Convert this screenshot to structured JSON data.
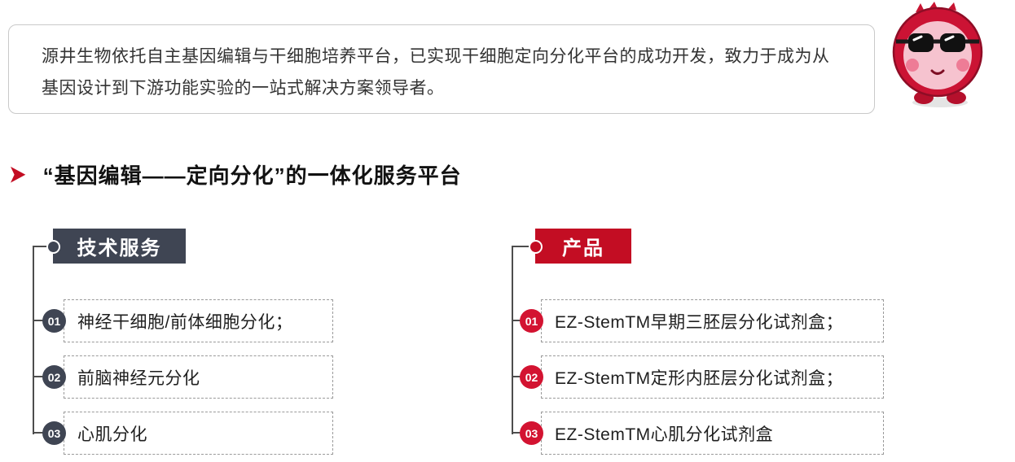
{
  "intro": {
    "text": "源井生物依托自主基因编辑与干细胞培养平台，已实现干细胞定向分化平台的成功开发，致力于成为从基因设计到下游功能实验的一站式解决方案领导者。"
  },
  "icons": {
    "arrow": "➤",
    "mascot": "red-cell-mascot-with-sunglasses-icon"
  },
  "colors": {
    "accent_red": "#c30d23",
    "dark_gray": "#3f4553"
  },
  "section": {
    "title": "“基因编辑——定向分化”的一体化服务平台"
  },
  "columns": [
    {
      "header": "技术服务",
      "theme": "#3f4553",
      "items": [
        {
          "num": "01",
          "text": "神经干细胞/前体细胞分化；"
        },
        {
          "num": "02",
          "text": "前脑神经元分化"
        },
        {
          "num": "03",
          "text": "心肌分化"
        }
      ]
    },
    {
      "header": "产品",
      "theme": "#c30d23",
      "items": [
        {
          "num": "01",
          "text": "EZ-StemTM早期三胚层分化试剂盒；"
        },
        {
          "num": "02",
          "text": "EZ-StemTM定形内胚层分化试剂盒；"
        },
        {
          "num": "03",
          "text": "EZ-StemTM心肌分化试剂盒"
        }
      ]
    }
  ]
}
